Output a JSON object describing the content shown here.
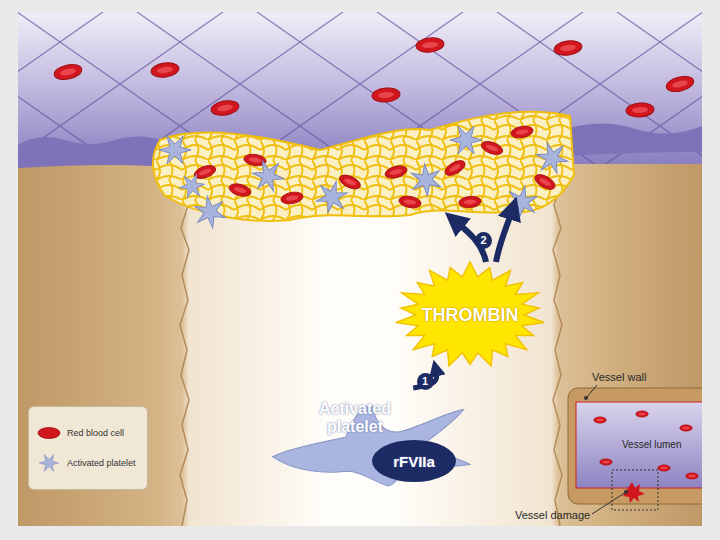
{
  "diagram": {
    "nodes": [
      {
        "text": [
          "THROMBIN"
        ]
      },
      {
        "text": [
          "Activated platelet"
        ]
      },
      {
        "text": [
          "rFVIIa"
        ],
        "in": 1
      }
    ],
    "edges": [
      {
        "from": 1,
        "to": 0,
        "arrow": "to",
        "label": "1"
      }
    ],
    "labels": [
      "2",
      "Vessel wall",
      "Vessel lumen",
      "Vessel damage"
    ],
    "legend": [
      {
        "text": "Red blood cell",
        "color": "#d2161e"
      },
      {
        "text": "Activated platelet"
      }
    ]
  }
}
